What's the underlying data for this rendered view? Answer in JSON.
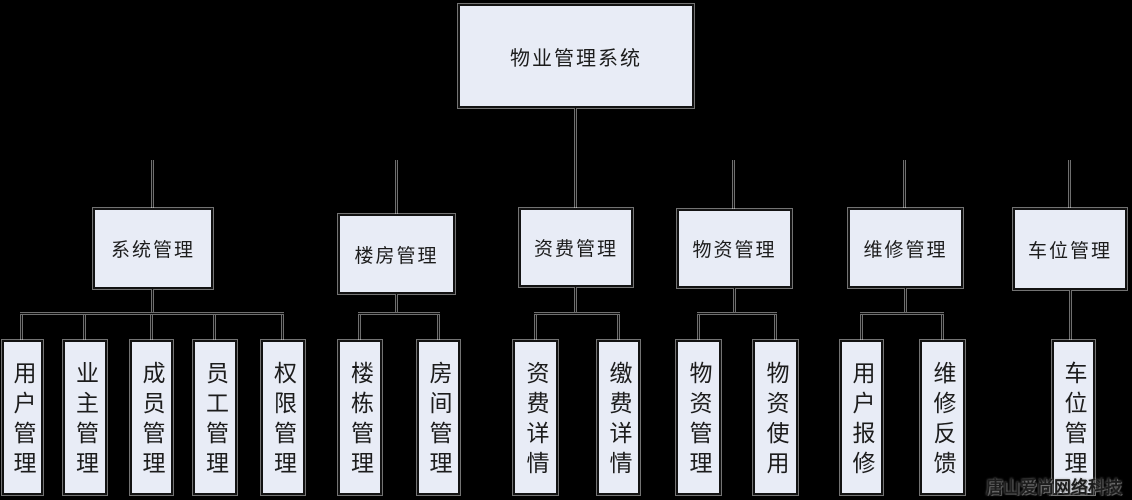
{
  "root": {
    "label": "物业管理系统"
  },
  "branches": [
    {
      "label": "系统管理",
      "children": [
        "用户管理",
        "业主管理",
        "成员管理",
        "员工管理",
        "权限管理"
      ]
    },
    {
      "label": "楼房管理",
      "children": [
        "楼栋管理",
        "房间管理"
      ]
    },
    {
      "label": "资费管理",
      "children": [
        "资费详情",
        "缴费详情"
      ]
    },
    {
      "label": "物资管理",
      "children": [
        "物资管理",
        "物资使用"
      ]
    },
    {
      "label": "维修管理",
      "children": [
        "用户报修",
        "维修反馈"
      ]
    },
    {
      "label": "车位管理",
      "children": [
        "车位管理"
      ]
    }
  ],
  "watermark": "唐山爱尚网络科技",
  "colors": {
    "background": "#000000",
    "node_fill": "#e8ecf6",
    "node_border": "#121212",
    "connector": "#5f5f5f",
    "text": "#1c1c1c"
  }
}
